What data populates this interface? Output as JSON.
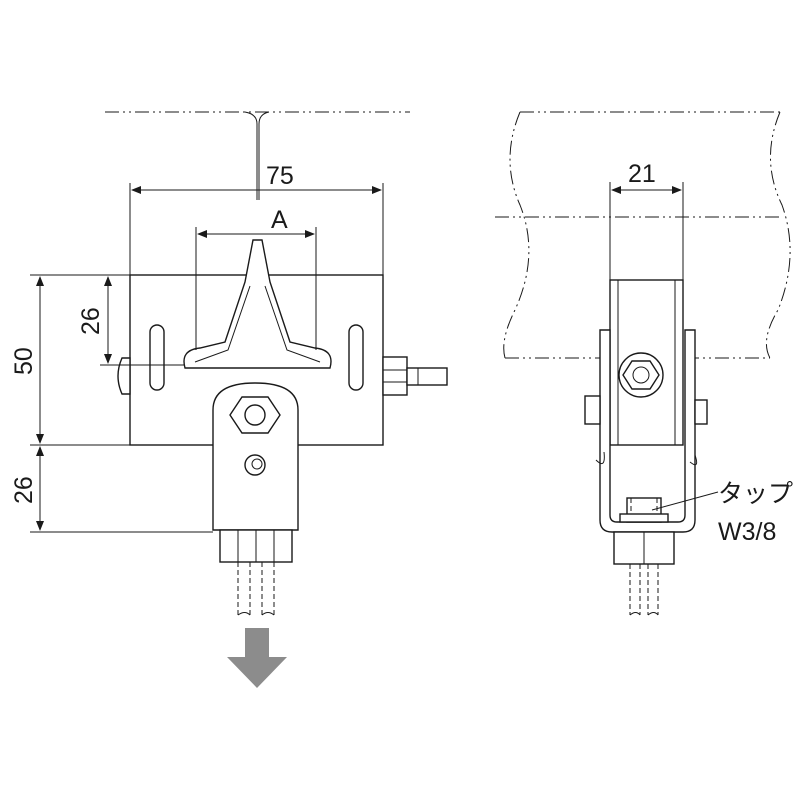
{
  "dimensions": {
    "width_total": "75",
    "width_a": "A",
    "height_total": "50",
    "height_upper": "26",
    "height_lower": "26",
    "side_width": "21"
  },
  "callout": {
    "tap_label": "タップ",
    "tap_size": "W3/8"
  },
  "colors": {
    "line": "#1a1a1a",
    "load_arrow": "#8c8c8c"
  }
}
